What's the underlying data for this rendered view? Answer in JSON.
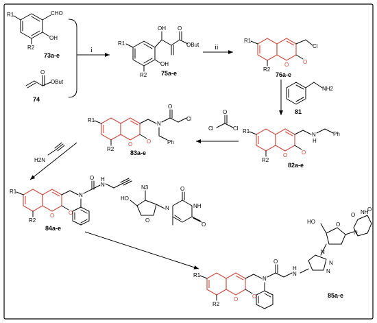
{
  "compounds": {
    "c73": {
      "label": "73a-e",
      "R1": "R1",
      "R2": "R2",
      "CHO": "CHO",
      "OH": "OH"
    },
    "c74": {
      "label": "74",
      "O": "O",
      "OBut": "OBut"
    },
    "c75": {
      "label": "75a-e",
      "R1": "R1",
      "R2": "R2",
      "OH_top": "OH",
      "O": "O",
      "OBut": "OBut",
      "OH_ring": "OH"
    },
    "c76": {
      "label": "76a-e",
      "R1": "R1",
      "R2": "R2",
      "Cl": "Cl",
      "O1": "O",
      "O2": "O"
    },
    "c81": {
      "label": "81",
      "NH2": "NH2"
    },
    "c82": {
      "label": "82a-e",
      "R1": "R1",
      "R2": "R2",
      "NH": "N",
      "H": "H",
      "Ph": "Ph",
      "O1": "O",
      "O2": "O"
    },
    "reagent": {
      "Cl1": "Cl",
      "O": "O",
      "Cl2": "Cl"
    },
    "c83": {
      "label": "83a-e",
      "R1": "R1",
      "R2": "R2",
      "N": "N",
      "O": "O",
      "Cl": "Cl",
      "Ph": "Ph",
      "O1": "O",
      "O2": "O"
    },
    "propargyl": {
      "H2N": "H2N"
    },
    "c84": {
      "label": "84a-e",
      "R1": "R1",
      "R2": "R2",
      "N": "N",
      "O": "O",
      "H": "H",
      "N2": "N",
      "O1": "O",
      "O2": "O"
    },
    "azt": {
      "N3": "N3",
      "HO": "HO",
      "O": "O",
      "N": "N",
      "O_a": "O",
      "NH": "NH",
      "O_b": "O"
    },
    "c85": {
      "label": "85a-e",
      "R1": "R1",
      "R2": "R2",
      "N": "N",
      "O": "O",
      "H": "H",
      "N_ring": "N",
      "N_t1": "N",
      "N_t2": "N",
      "N_t3": "N",
      "HO": "HO",
      "O_s": "O",
      "N_u": "N",
      "NH_u": "NH",
      "O_u1": "O",
      "O_u2": "O",
      "O1": "O",
      "O2": "O"
    }
  },
  "conditions": {
    "step1": "i",
    "step2": "ii"
  }
}
